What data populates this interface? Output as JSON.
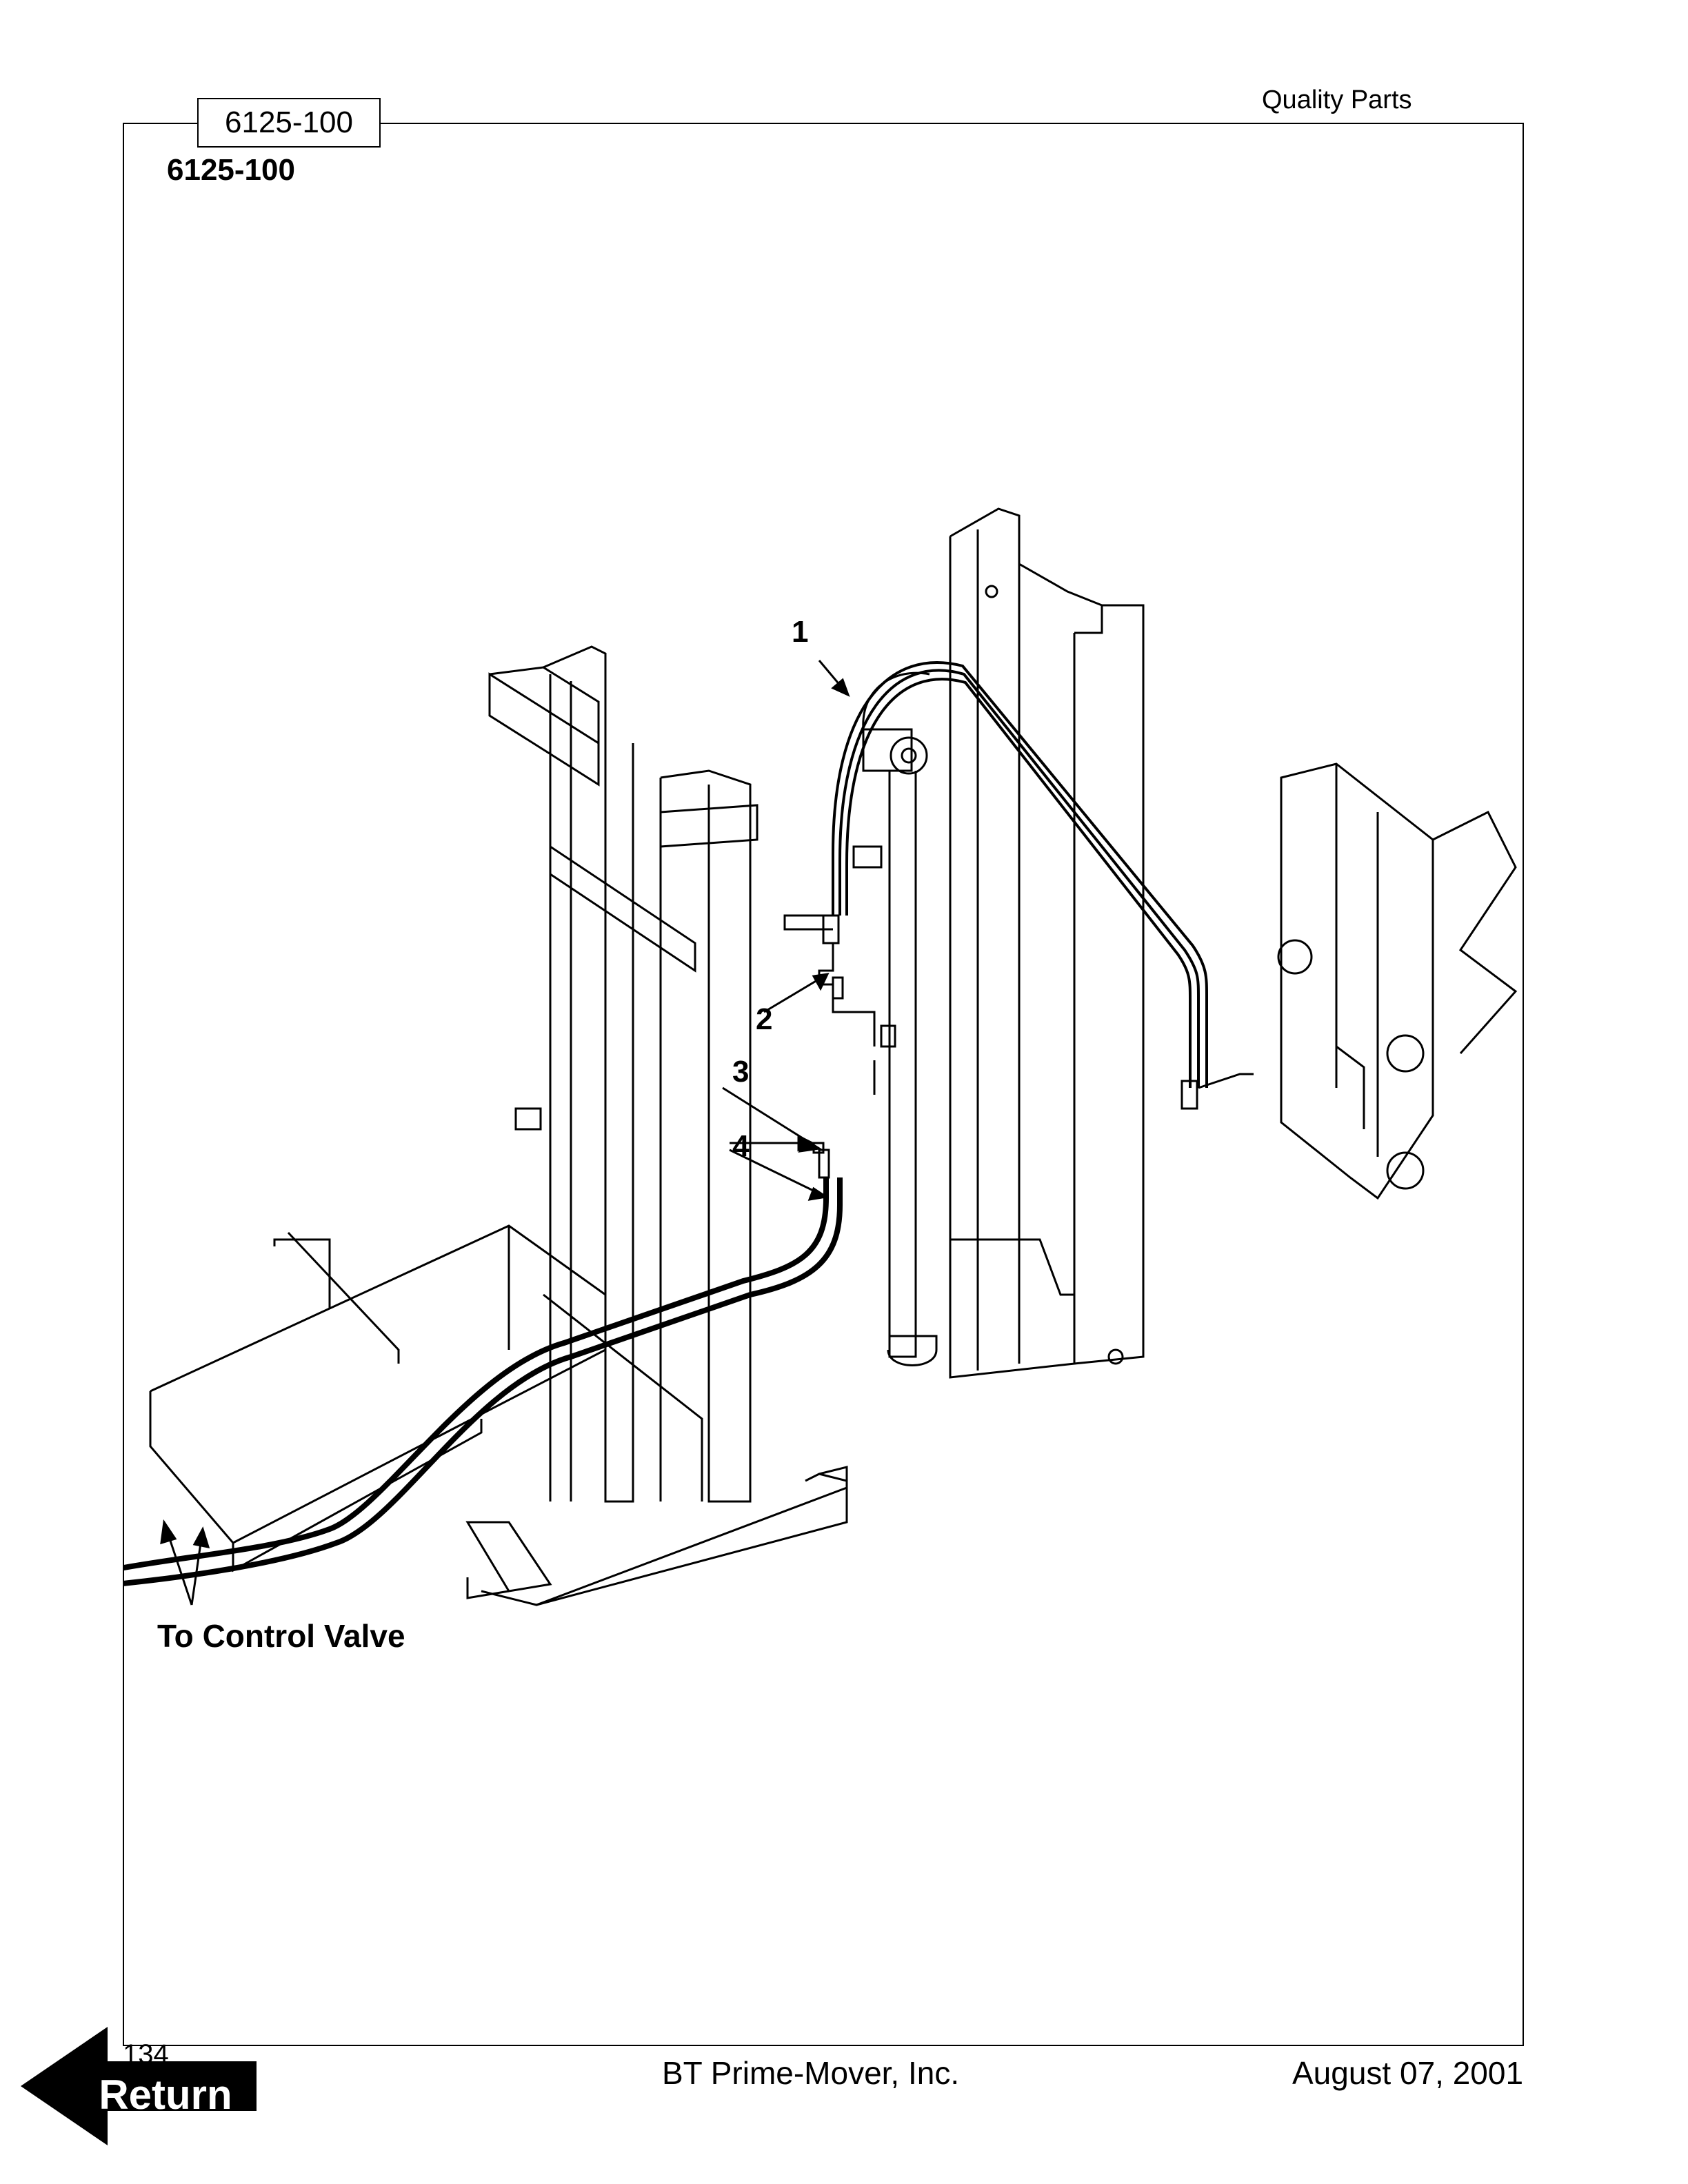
{
  "header": {
    "tab_label": "6125-100",
    "right_text": "Quality Parts"
  },
  "figure": {
    "title": "6125-100",
    "callouts": [
      "1",
      "2",
      "3",
      "4"
    ],
    "caption": "To Control Valve"
  },
  "footer": {
    "page_number": "134",
    "company": "BT Prime-Mover, Inc.",
    "date": "August 07, 2001"
  },
  "nav": {
    "return_label": "Return",
    "return_icon": "left-arrow-icon"
  },
  "colors": {
    "line": "#000000",
    "background": "#ffffff",
    "button": "#000000"
  }
}
